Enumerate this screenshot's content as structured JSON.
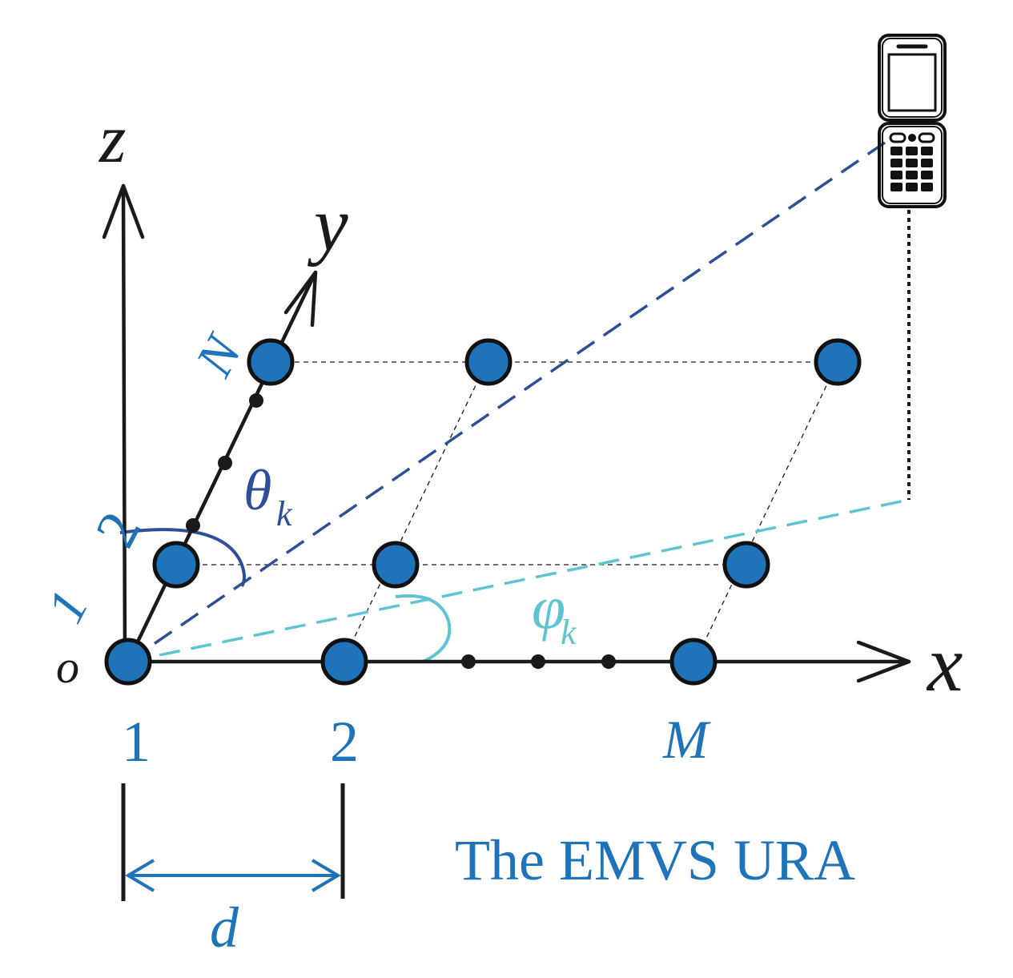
{
  "diagram": {
    "colors": {
      "axis": "#1a1a1a",
      "element_fill": "#1f73b8",
      "element_stroke": "#111111",
      "label_blue": "#1f73b8",
      "theta_color": "#2e4e96",
      "phi_color": "#5fc4d0"
    },
    "axes": {
      "x_label": "x",
      "y_label": "y",
      "z_label": "z",
      "origin_label": "o"
    },
    "angles": {
      "theta_symbol": "θ",
      "theta_sub": "k",
      "phi_symbol": "φ",
      "phi_sub": "k"
    },
    "x_indices": [
      "1",
      "2",
      "M"
    ],
    "y_indices": [
      "1",
      "2",
      "N"
    ],
    "spacing_label": "d",
    "caption": "The EMVS URA",
    "source_icon": "mobile-phone-icon"
  }
}
